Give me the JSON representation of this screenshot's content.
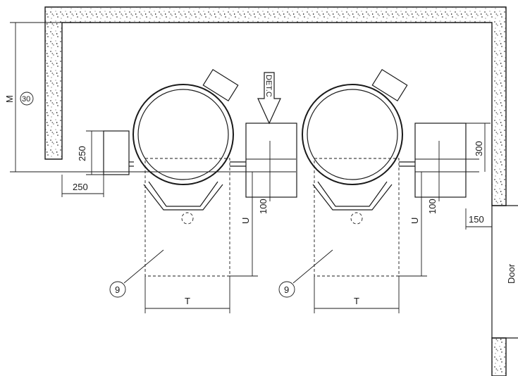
{
  "labels": {
    "dim_250_v": "250",
    "dim_250_h": "250",
    "dim_m": "M",
    "ref_30": "30",
    "detail": "DET.C",
    "dim_100_a": "100",
    "dim_100_b": "100",
    "dim_u_a": "U",
    "dim_u_b": "U",
    "dim_300": "300",
    "dim_150": "150",
    "dim_t_a": "T",
    "dim_t_b": "T",
    "ref_9_a": "9",
    "ref_9_b": "9",
    "door": "Door"
  },
  "colors": {
    "line": "#1a1a1a",
    "background": "#ffffff"
  }
}
